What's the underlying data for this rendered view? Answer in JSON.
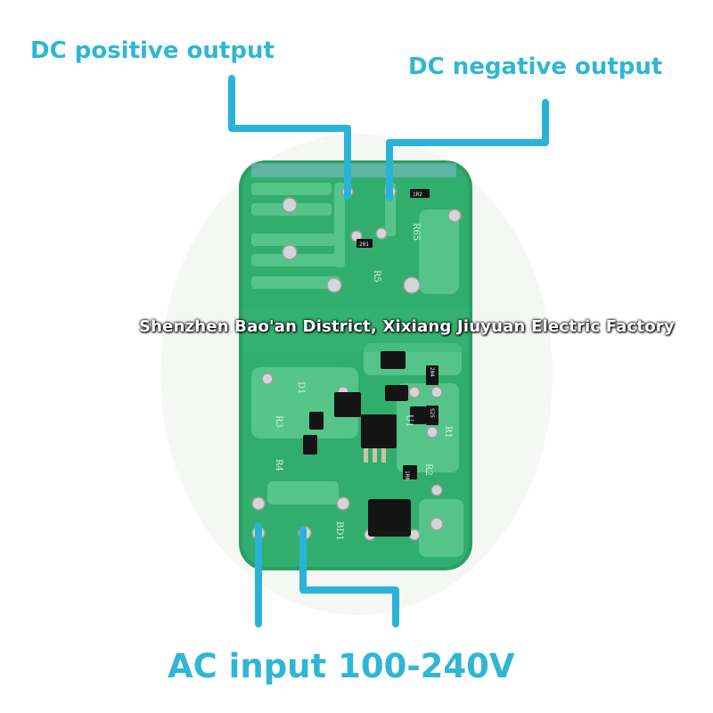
{
  "labels": {
    "dc_positive": "DC positive output",
    "dc_negative": "DC negative output",
    "ac_input": "AC input 100-240V"
  },
  "watermark": "Shenzhen Bao'an District, Xixiang Jiuyuan Electric Factory",
  "board_silkscreen": {
    "r65": "R65",
    "r5": "R5",
    "r1": "R1",
    "r2": "R2",
    "r3": "R3",
    "r4": "R4",
    "d1": "D1",
    "u1": "U1",
    "bd1": "BD1",
    "smd_1r2": "1R2",
    "smd_201": "201",
    "smd_204": "204",
    "smd_s25": "S25",
    "smd_1r0": "1R0"
  },
  "colors": {
    "label": "#2fb6d4",
    "pointer_line": "#2ab3d8",
    "pcb": "#2faa6c",
    "trace": "#5cc98f",
    "pad": "#d4d6d2"
  }
}
